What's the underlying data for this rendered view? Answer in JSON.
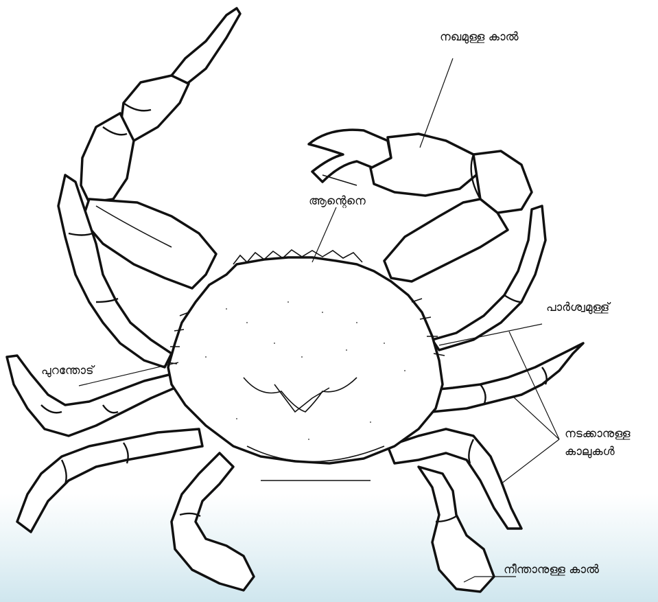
{
  "labels": {
    "claw_leg": "നഖമുള്ള കാൽ",
    "antenna": "ആന്റെനെ",
    "lateral_spine": "പാർശ്വമുള്ള്",
    "carapace": "പുറന്തോട്",
    "walking_legs_line1": "നടക്കാനുള്ള",
    "walking_legs_line2": "കാലുകൾ",
    "swimming_leg": "നീന്താനുള്ള കാൽ"
  },
  "colors": {
    "ink": "#111111",
    "paper": "#ffffff",
    "bottom_tint": "#cfe6ee"
  }
}
